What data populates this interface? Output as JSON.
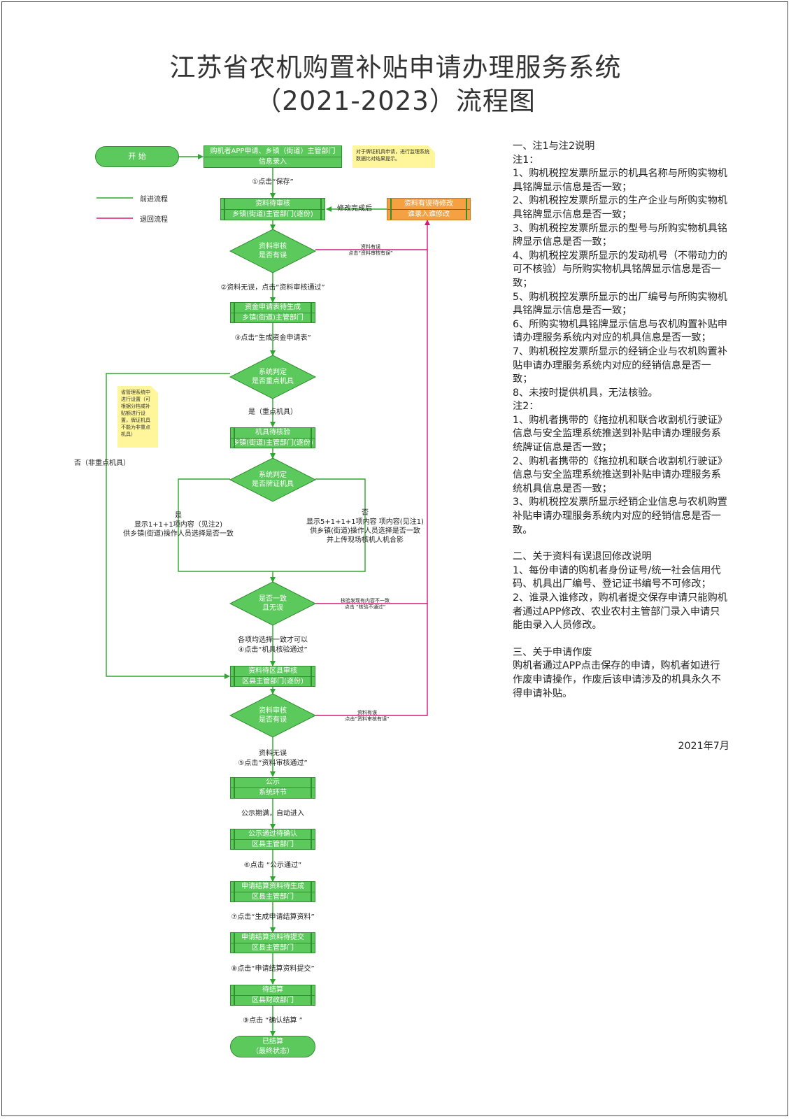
{
  "title": {
    "line1": "江苏省农机购置补贴申请办理服务系统",
    "line2": "（2021-2023）流程图"
  },
  "colors": {
    "node_fill": "#5cc95c",
    "node_border": "#2f8f2f",
    "return_node_fill": "#f5a142",
    "forward_line": "#2ea52e",
    "return_line": "#d6187a",
    "note_fill": "#fff59a"
  },
  "legend": {
    "forward": "前进流程",
    "return": "退回流程"
  },
  "nodes": {
    "start": "开 始",
    "apply": {
      "l1": "购机者APP申请、乡镇（街道）主管部门",
      "l2": "信息录入"
    },
    "review": {
      "l1": "资料待审核",
      "l2": "乡镇(街道)主管部门(逐份)"
    },
    "revise": {
      "l1": "资料有误待修改",
      "l2": "谁录入谁修改"
    },
    "diamond1": {
      "l1": "资料审核",
      "l2": "是否有误"
    },
    "fund": {
      "l1": "资金申请表待生成",
      "l2": "乡镇(街道)主管部门"
    },
    "diamond2": {
      "l1": "系统判定",
      "l2": "是否重点机具"
    },
    "verify": {
      "l1": "机具待核验",
      "l2": "乡镇(街道)主管部门(逐份)"
    },
    "diamond3": {
      "l1": "系统判定",
      "l2": "是否牌证机具"
    },
    "diamond4": {
      "l1": "是否一致",
      "l2": "且无误"
    },
    "county": {
      "l1": "资料待区县审核",
      "l2": "区县主管部门(逐份)"
    },
    "diamond5": {
      "l1": "资料审核",
      "l2": "是否有误"
    },
    "publicity": {
      "l1": "公示",
      "l2": "系统环节"
    },
    "confirm": {
      "l1": "公示通过待确认",
      "l2": "区县主管部门"
    },
    "gen": {
      "l1": "申请结算资料待生成",
      "l2": "区县主管部门"
    },
    "submit": {
      "l1": "申请结算资料待提交",
      "l2": "区县主管部门"
    },
    "settle": {
      "l1": "待结算",
      "l2": "区县财政部门"
    },
    "done": {
      "l1": "已结算",
      "l2": "（最终状态）"
    }
  },
  "labels": {
    "s1": "①点击“保存”",
    "fix_done": "修改完成后",
    "err1_a": "资料有误",
    "err1_b": "点击“资料审核有误”",
    "s2": "②资料无误，点击“资料审核通过”",
    "s3": "③点击“生成资金申请表”",
    "key_yes": "是（重点机具）",
    "key_no": "否（非重点机具）",
    "plate_yes_1": "是",
    "plate_yes_2": "显示1+1+1项内容（见注2)",
    "plate_yes_3": "供乡镇(街道)操作人员选择是否一致",
    "plate_no_1": "否",
    "plate_no_2": "显示5+1+1+1项内容 项内容(见注1)",
    "plate_no_3": "供乡镇(街道)操作人员选择是否一致",
    "plate_no_4": "并上传现场核机人机合影",
    "mismatch_a": "核验发现有内容不一致",
    "mismatch_b": "点击 “核验不通过”",
    "s4_a": "各项均选择一致才可以",
    "s4_b": "④点击“机具核验通过”",
    "err2_a": "资料有误",
    "err2_b": "点击“资料审核有误”",
    "s5_a": "资料无误",
    "s5_b": "⑤点击“资料审核通过”",
    "auto": "公示期满，自动进入",
    "s6": "⑥点击 “公示通过”",
    "s7": "⑦点击“生成申请结算资料”",
    "s8": "⑧点击“申请结算资料提交”",
    "s9": "⑨点击 “确认结算 ”"
  },
  "notes": {
    "plate_prompt": "对于牌证机具申请，进行监理系统数据比对结果提示。",
    "key_setting": "省管理系统中进行设置（可根据分档或补贴额进行设置，牌证机具不能为非重点机具）"
  },
  "side": {
    "h1": "一、注1与注2说明",
    "n1": "注1：",
    "n1_items": [
      "1、购机税控发票所显示的机具名称与所购实物机具铭牌显示信息是否一致；",
      "2、购机税控发票所显示的生产企业与所购实物机具铭牌显示信息是否一致；",
      "3、购机税控发票所显示的型号与所购实物机具铭牌显示信息是否一致；",
      "4、购机税控发票所显示的发动机号（不带动力的可不核验）与所购实物机具铭牌显示信息是否一致；",
      "5、购机税控发票所显示的出厂编号与所购实物机具铭牌显示信息是否一致；",
      "6、所购实物机具铭牌显示信息与农机购置补贴申请办理服务系统内对应的机具信息是否一致；",
      "7、购机税控发票所显示的经销企业与农机购置补贴申请办理服务系统内对应的经销信息是否一致；",
      "8、未按时提供机具，无法核验。"
    ],
    "n2": "注2：",
    "n2_items": [
      "1、购机者携带的《拖拉机和联合收割机行驶证》信息与安全监理系统推送到补贴申请办理服务系统牌证信息是否一致；",
      "2、购机者携带的《拖拉机和联合收割机行驶证》信息与安全监理系统推送到补贴申请办理服务系统机具信息是否一致；",
      "3、购机税控发票所显示经销企业信息与农机购置补贴申请办理服务系统内对应的经销信息是否一致。"
    ],
    "h2": "二、关于资料有误退回修改说明",
    "h2_items": [
      "1、每份申请的购机者身份证号/统一社会信用代码、机具出厂编号、登记证书编号不可修改；",
      "2、谁录入谁修改，购机者提交保存申请只能购机者通过APP修改、农业农村主管部门录入申请只能由录入人员修改。"
    ],
    "h3": "三、关于申请作废",
    "h3_text": "购机者通过APP点击保存的申请，购机者如进行作废申请操作，作废后该申请涉及的机具永久不得申请补贴。",
    "date": "2021年7月"
  }
}
